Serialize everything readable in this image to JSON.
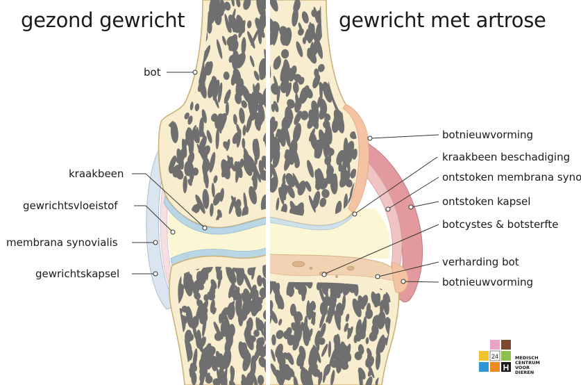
{
  "titles": {
    "healthy": "gezond gewricht",
    "arthrosis": "gewricht met artrose"
  },
  "labels_left": {
    "bot": "bot",
    "kraakbeen": "kraakbeen",
    "gewrichtsvloeistof": "gewrichtsvloeistof",
    "membrana_synovialis": "membrana synovialis",
    "gewrichtskapsel": "gewrichtskapsel"
  },
  "labels_right": {
    "botnieuwvorming_top": "botnieuwvorming",
    "kraakbeen_beschadiging": "kraakbeen beschadiging",
    "ontstoken_membrana": "ontstoken membrana synovialis",
    "ontstoken_kapsel": "ontstoken kapsel",
    "botcystes": "botcystes & botsterfte",
    "verharding_bot": "verharding bot",
    "botnieuwvorming_bottom": "botnieuwvorming"
  },
  "logo": {
    "number": "24",
    "letter": "H",
    "line1": "MEDISCH",
    "line2": "CENTRUM",
    "line3": "VOOR",
    "line4": "DIEREN"
  },
  "colors": {
    "bone": "#f8edcf",
    "bone_outline": "#c9b27a",
    "spongy": "#6f6f6f",
    "cartilage": "#b9d6e4",
    "synovial_fluid": "#fbf7d4",
    "capsule": "#cfdbe9",
    "inflamed": "#e29a9e",
    "new_bone": "#f4c3a3",
    "divider": "#ffffff"
  }
}
